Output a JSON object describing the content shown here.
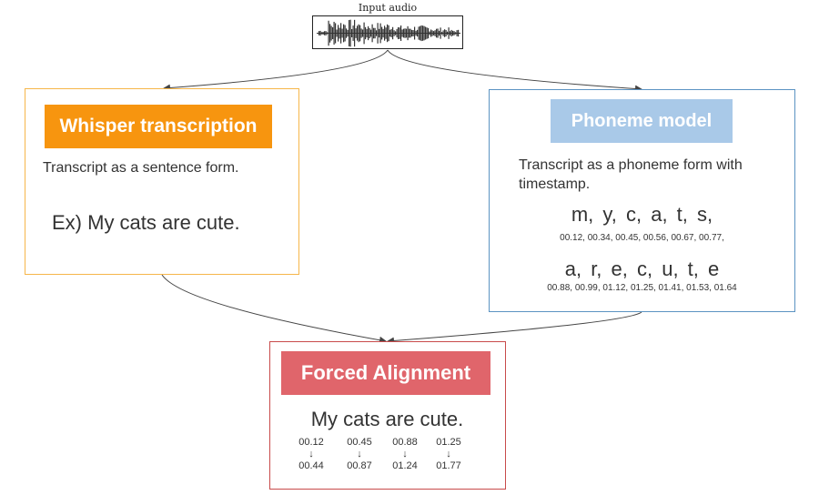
{
  "input_audio": {
    "label": "Input audio",
    "icon": "waveform-icon"
  },
  "whisper": {
    "title": "Whisper transcription",
    "description": "Transcript as a sentence form.",
    "example": "Ex) My cats are cute.",
    "colors": {
      "tag": "#f7950f",
      "border": "#f6b64a"
    }
  },
  "phoneme": {
    "title": "Phoneme model",
    "description": "Transcript as a phoneme form with timestamp.",
    "row1_phonemes": "m,  y,  c,   a,   t,   s,",
    "row1_times": "00.12, 00.34, 00.45, 00.56, 00.67, 00.77,",
    "row2_phonemes": "a,  r,    e,  c,   u,  t,    e",
    "row2_times": "00.88, 00.99, 01.12, 01.25, 01.41, 01.53, 01.64",
    "colors": {
      "tag": "#a9c9e8",
      "border": "#5b93c2"
    }
  },
  "forced": {
    "title": "Forced Alignment",
    "sentence": "My cats are cute.",
    "arrow_glyph": "↓",
    "words": [
      {
        "start": "00.12",
        "end": "00.44"
      },
      {
        "start": "00.45",
        "end": "00.87"
      },
      {
        "start": "00.88",
        "end": "01.24"
      },
      {
        "start": "01.25",
        "end": "01.77"
      }
    ],
    "colors": {
      "tag": "#e0656b",
      "border": "#c84b4b"
    }
  }
}
